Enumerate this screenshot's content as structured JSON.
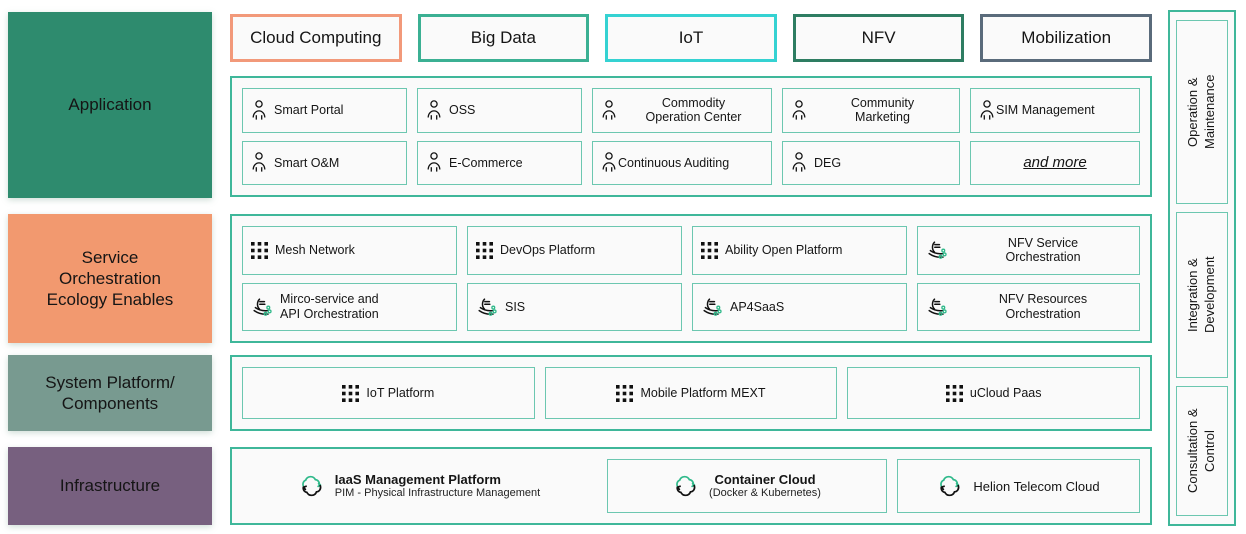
{
  "layers": [
    {
      "id": "application",
      "label": "Application",
      "color": "#2E8B6E"
    },
    {
      "id": "service-orchestration",
      "label": "Service\nOrchestration\nEcology Enables",
      "color": "#F2996F"
    },
    {
      "id": "system-platform",
      "label": "System Platform/\nComponents",
      "color": "#789A90"
    },
    {
      "id": "infrastructure",
      "label": "Infrastructure",
      "color": "#77607F"
    }
  ],
  "layer_labels": {
    "application": "Application",
    "service_line1": "Service",
    "service_line2": "Orchestration",
    "service_line3": "Ecology Enables",
    "system_line1": "System Platform/",
    "system_line2": "Components",
    "infrastructure": "Infrastructure"
  },
  "tags": [
    {
      "label": "Cloud Computing",
      "border_color": "#F2997A"
    },
    {
      "label": "Big Data",
      "border_color": "#3BB093"
    },
    {
      "label": "IoT",
      "border_color": "#35D2D2"
    },
    {
      "label": "NFV",
      "border_color": "#2E7D62"
    },
    {
      "label": "Mobilization",
      "border_color": "#5A6B7B"
    }
  ],
  "application_items": {
    "row1": [
      {
        "label": "Smart Portal",
        "icon": "person-icon"
      },
      {
        "label": "OSS",
        "icon": "person-icon"
      },
      {
        "label_line1": "Commodity",
        "label_line2": "Operation Center",
        "icon": "person-icon"
      },
      {
        "label_line1": "Community",
        "label_line2": "Marketing",
        "icon": "person-icon"
      },
      {
        "label": "SIM Management",
        "icon": "person-icon"
      }
    ],
    "row2": [
      {
        "label": "Smart O&M",
        "icon": "person-icon"
      },
      {
        "label": "E-Commerce",
        "icon": "person-icon"
      },
      {
        "label": "Continuous Auditing",
        "icon": "person-icon"
      },
      {
        "label": "DEG",
        "icon": "person-icon"
      },
      {
        "label": "and more",
        "icon": "none",
        "style": "italic-underline"
      }
    ]
  },
  "service_items": {
    "row1": [
      {
        "label": "Mesh Network",
        "icon": "grid-dots-icon"
      },
      {
        "label": "DevOps Platform",
        "icon": "grid-dots-icon"
      },
      {
        "label": "Ability Open Platform",
        "icon": "grid-dots-icon"
      },
      {
        "label_line1": "NFV Service",
        "label_line2": "Orchestration",
        "icon": "orchestration-wave-icon"
      }
    ],
    "row2": [
      {
        "label_line1": "Mirco-service and",
        "label_line2": "API Orchestration",
        "icon": "orchestration-wave-icon"
      },
      {
        "label": "SIS",
        "icon": "orchestration-wave-icon"
      },
      {
        "label": "AP4SaaS",
        "icon": "orchestration-wave-icon"
      },
      {
        "label_line1": "NFV Resources",
        "label_line2": "Orchestration",
        "icon": "orchestration-wave-icon"
      }
    ]
  },
  "system_items": [
    {
      "label": "IoT Platform",
      "icon": "grid-dots-icon"
    },
    {
      "label": "Mobile Platform MEXT",
      "icon": "grid-dots-icon"
    },
    {
      "label": "uCloud Paas",
      "icon": "grid-dots-icon"
    }
  ],
  "infrastructure_items": [
    {
      "title": "IaaS Management Platform",
      "subtitle": "PIM - Physical Infrastructure Management",
      "icon": "cloud-refresh-icon",
      "bordered": false
    },
    {
      "title": "Container Cloud",
      "subtitle": "(Docker & Kubernetes)",
      "icon": "cloud-refresh-icon",
      "bordered": true
    },
    {
      "title": "Helion Telecom Cloud",
      "subtitle": "",
      "icon": "cloud-refresh-icon",
      "bordered": true
    }
  ],
  "sidebar": {
    "items": [
      {
        "label": "Operation &\nMaintenance"
      },
      {
        "label": "Integration &\nDevelopment"
      },
      {
        "label": "Consultation & Control"
      }
    ]
  },
  "colors": {
    "panel_border": "#3FB79A",
    "cell_border": "#6CC7B0",
    "panel_bg": "#FAFAFA",
    "icon_accent": "#2FB98A"
  }
}
